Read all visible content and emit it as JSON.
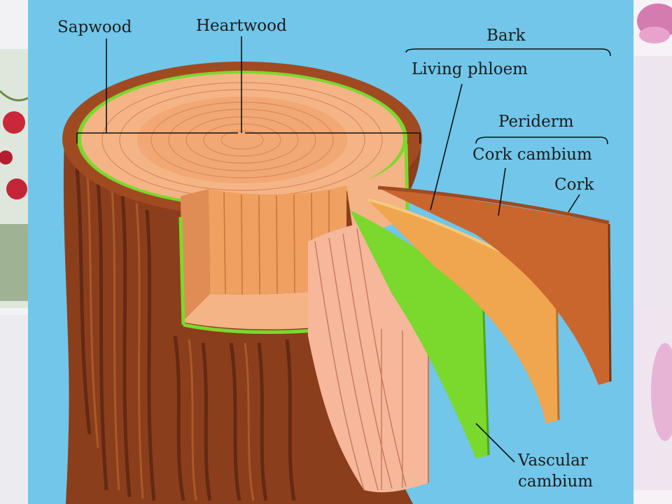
{
  "labels": {
    "sapwood": "Sapwood",
    "heartwood": "Heartwood",
    "bark": "Bark",
    "living_phloem": "Living phloem",
    "periderm": "Periderm",
    "cork_cambium": "Cork cambium",
    "cork": "Cork",
    "vascular": "Vascular",
    "cambium": "cambium"
  },
  "colors": {
    "background": "#71c6ea",
    "bark_brown": "#8a3e1c",
    "wood_orange": "#f2a874",
    "cambium_green": "#7bd82d",
    "phloem_orange": "#f0a64f",
    "cork_brown": "#c9662e"
  }
}
